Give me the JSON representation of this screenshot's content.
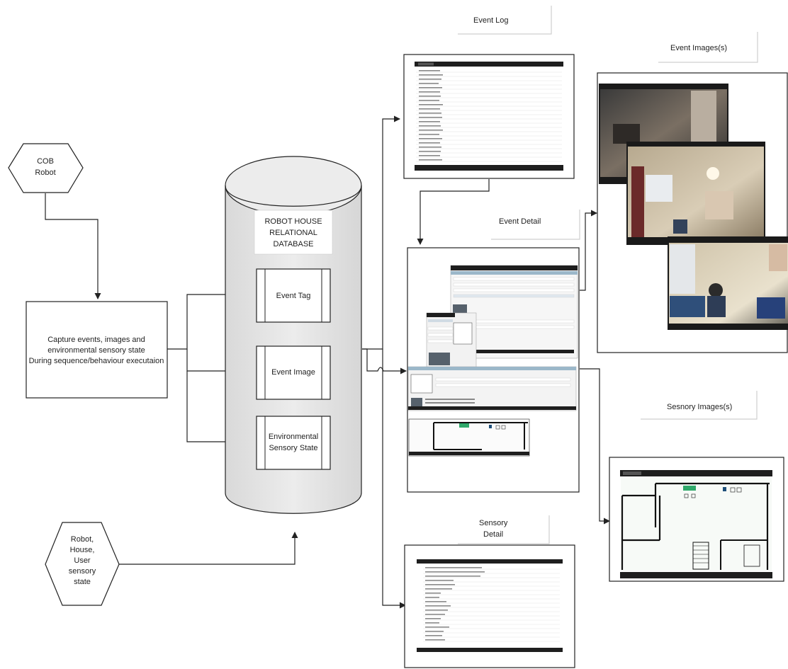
{
  "nodes": {
    "cob_robot": {
      "line1": "COB",
      "line2": "Robot"
    },
    "capture": {
      "line1": "Capture events, images and",
      "line2": "environmental sensory state",
      "line3": "During sequence/behaviour executaion"
    },
    "sensory_state_source": {
      "line1": "Robot,",
      "line2": "House,",
      "line3": "User",
      "line4": "sensory",
      "line5": "state"
    },
    "database": {
      "line1": "ROBOT HOUSE",
      "line2": "RELATIONAL",
      "line3": "DATABASE"
    },
    "tables": {
      "event_tag": "Event Tag",
      "event_image": "Event Image",
      "env_line1": "Environmental",
      "env_line2": "Sensory State"
    }
  },
  "screens": {
    "event_log": {
      "title": "Event Log"
    },
    "event_images": {
      "title": "Event Images(s)"
    },
    "event_detail": {
      "title": "Event Detail"
    },
    "sensory_images": {
      "title": "Sesnory Images(s)"
    },
    "sensory_detail": {
      "title_line1": "Sensory",
      "title_line2": "Detail"
    }
  },
  "colors": {
    "line": "#222222",
    "cylinder": "#e6e6e6",
    "screen_bar": "#1e1e1e",
    "accent": "#2fa86a"
  }
}
